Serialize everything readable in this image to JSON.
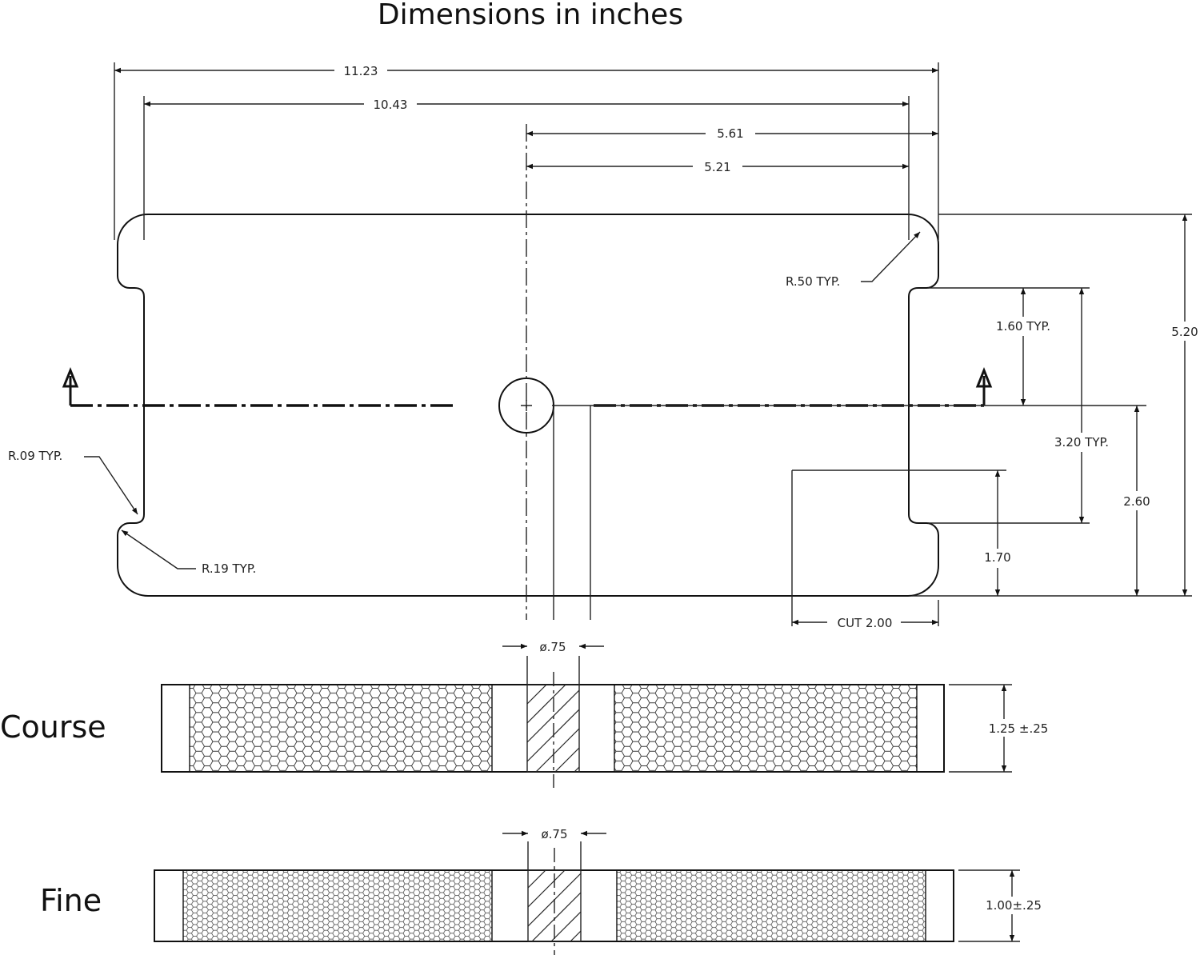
{
  "title": "Dimensions in inches",
  "top_view": {
    "overall_length": "11.23",
    "body_length": "10.43",
    "half_overall": "5.61",
    "half_body": "5.21",
    "overall_height": "5.20",
    "center_height": "2.60",
    "notch_offset": "1.60 TYP.",
    "notch_spacing": "3.20 TYP.",
    "cut_height": "1.70",
    "cut_width": "CUT 2.00",
    "large_radius": "R.50 TYP.",
    "small_radius": "R.09 TYP.",
    "notch_radius": "R.19 TYP."
  },
  "course_view": {
    "label": "Course",
    "hole_diameter": "ø.75",
    "thickness": "1.25 ±.25"
  },
  "fine_view": {
    "label": "Fine",
    "hole_diameter": "ø.75",
    "thickness": "1.00±.25"
  }
}
